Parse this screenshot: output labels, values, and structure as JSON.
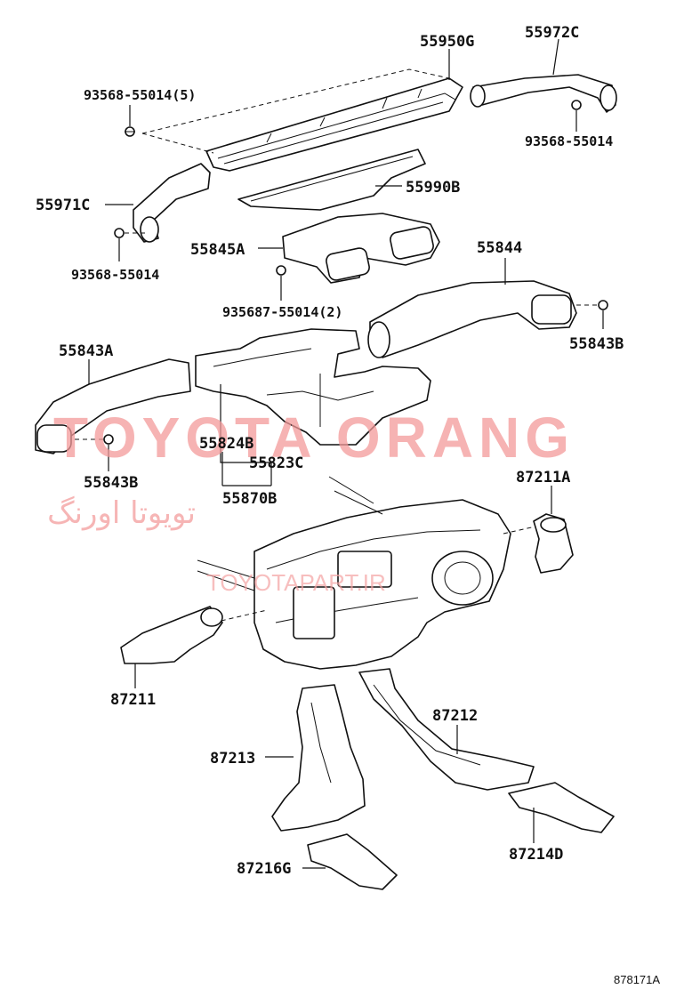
{
  "labels": {
    "p55950g": "55950G",
    "p55972c": "55972C",
    "p93568_5": "93568-55014(5)",
    "p93568_r": "93568-55014",
    "p55971c": "55971C",
    "p55990b": "55990B",
    "p93568_l": "93568-55014",
    "p55845a": "55845A",
    "p55844": "55844",
    "p935687": "935687-55014(2)",
    "p55843a": "55843A",
    "p55843b_r": "55843B",
    "p55824b": "55824B",
    "p55823c": "55823C",
    "p55843b_l": "55843B",
    "p55870b": "55870B",
    "p87211a": "87211A",
    "p87211": "87211",
    "p87212": "87212",
    "p87213": "87213",
    "p87214d": "87214D",
    "p87216g": "87216G"
  },
  "figure_number": "878171A",
  "watermarks": {
    "brand": "TOYOTA ORANG",
    "arabic": "تویوتا اورنگ",
    "site": "TOYOTAPART.IR"
  },
  "colors": {
    "watermark": "#f39a9a",
    "ink": "#111111"
  }
}
